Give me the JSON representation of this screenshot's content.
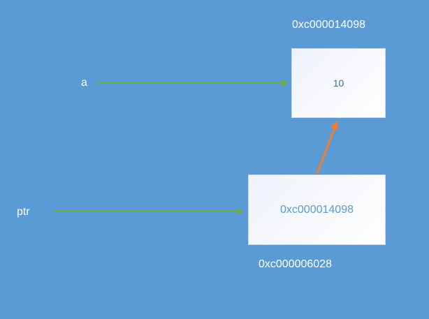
{
  "variables": {
    "a": {
      "name": "a",
      "value": "10",
      "address": "0xc000014098"
    },
    "ptr": {
      "name": "ptr",
      "value": "0xc000014098",
      "address": "0xc000006028"
    }
  },
  "colors": {
    "background": "#5b9bd5",
    "reference_arrow": "#70ad47",
    "pointer_arrow": "#ed7d31",
    "box_fill": "#ffffff"
  }
}
